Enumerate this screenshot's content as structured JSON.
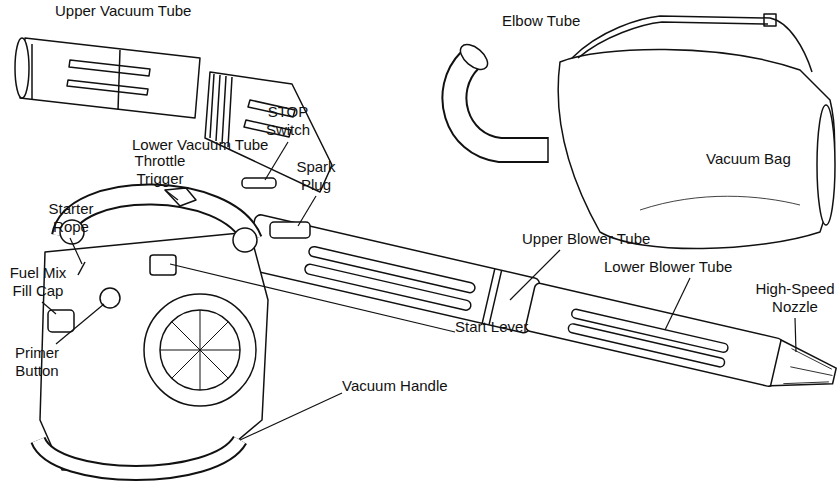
{
  "diagram": {
    "labels": [
      "Upper Vacuum Tube",
      "Elbow Tube",
      "Lower Vacuum Tube",
      "STOP Switch",
      "Vacuum Bag",
      "Throttle Trigger",
      "Spark Plug",
      "Starter Rope",
      "Upper Blower Tube",
      "Lower Blower Tube",
      "Fuel Mix Fill Cap",
      "High-Speed Nozzle",
      "Start Lever",
      "Primer Button",
      "Vacuum Handle"
    ]
  }
}
